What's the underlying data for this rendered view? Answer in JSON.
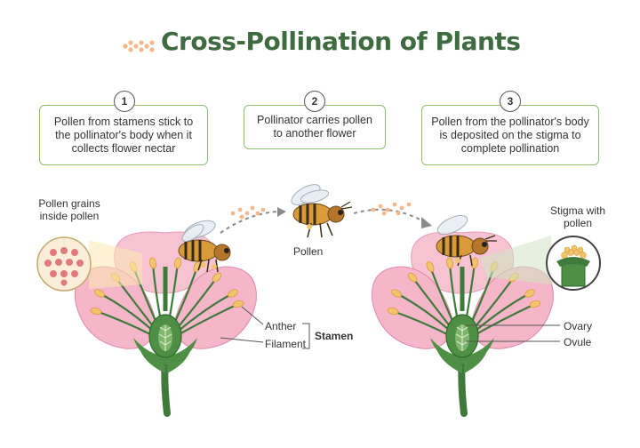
{
  "title": "Cross-Pollination of Plants",
  "steps": [
    {
      "number": "1",
      "text": "Pollen from stamens stick to the pollinator's body when it collects flower nectar"
    },
    {
      "number": "2",
      "text": "Pollinator carries pollen to another flower"
    },
    {
      "number": "3",
      "text": "Pollen from the pollinator's body is deposited on the stigma to complete pollination"
    }
  ],
  "labels": {
    "pollen_grains": "Pollen grains inside pollen",
    "pollen": "Pollen",
    "anther": "Anther",
    "filament": "Filament",
    "stamen": "Stamen",
    "ovary": "Ovary",
    "ovule": "Ovule",
    "stigma": "Stigma with pollen"
  },
  "colors": {
    "title": "#3e6b3f",
    "box_border": "#8fbf6e",
    "petal": "#f4b6c8",
    "stem": "#3f7a3a",
    "anther": "#f2c46d",
    "pollen": "#f5b88a"
  }
}
